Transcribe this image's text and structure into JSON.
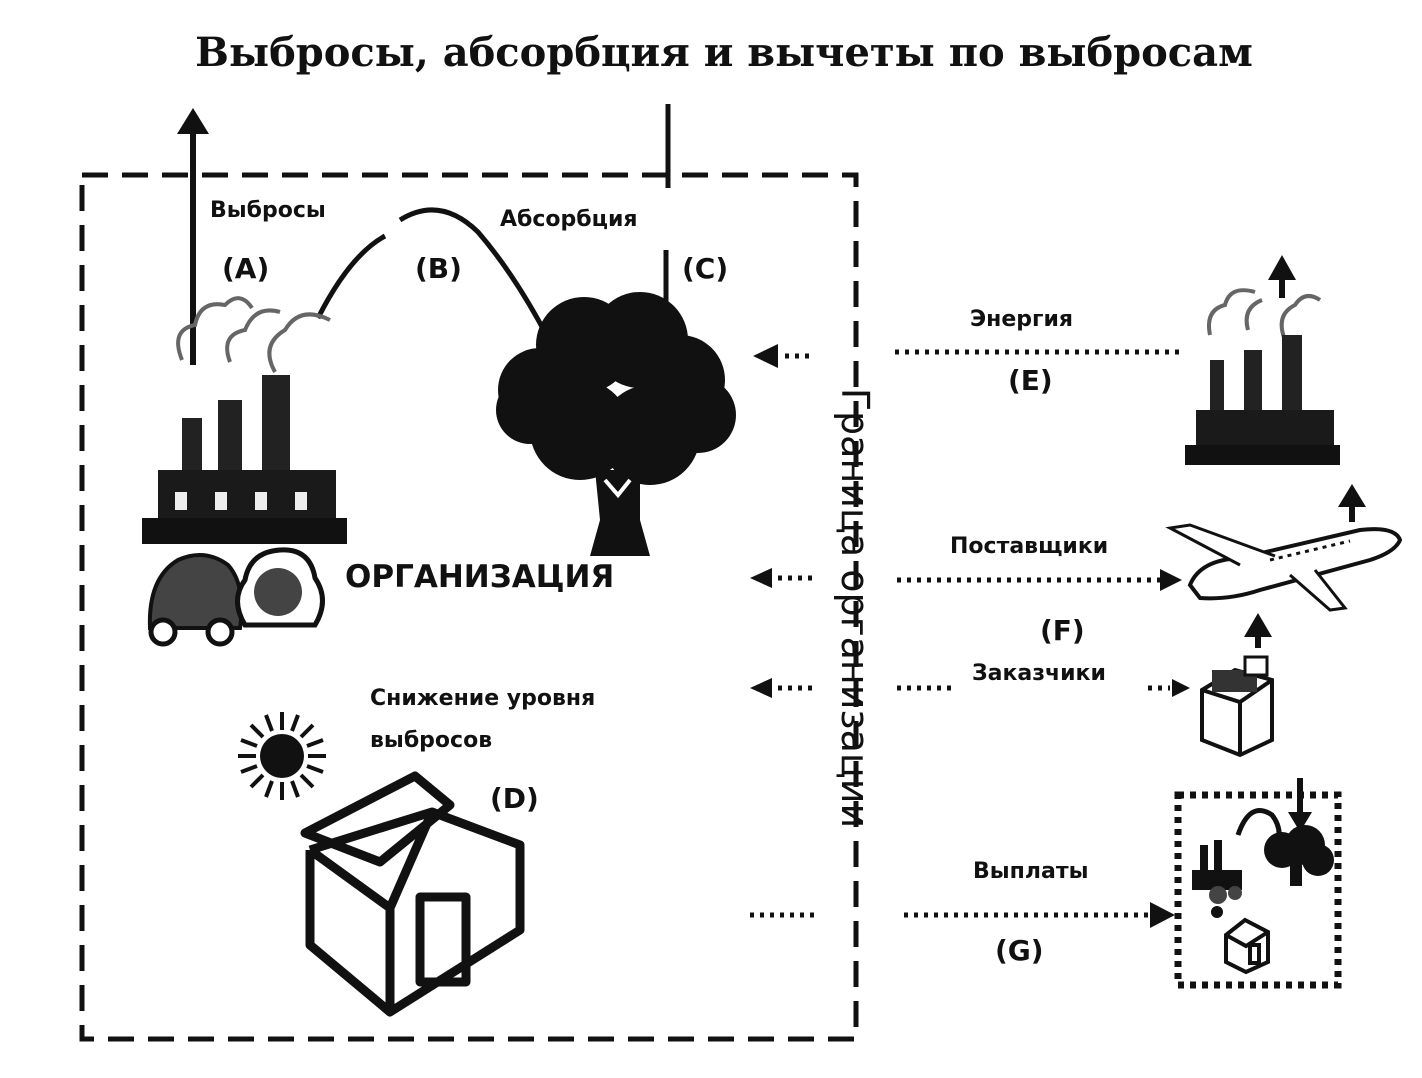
{
  "title": "Выбросы, абсорбция и вычеты по выбросам",
  "labels": {
    "emissions": "Выбросы",
    "absorption": "Абсорбция",
    "organization": "ОРГАНИЗАЦИЯ",
    "reduction_line1": "Снижение уровня",
    "reduction_line2": "выбросов",
    "energy": "Энергия",
    "suppliers": "Поставщики",
    "customers": "Заказчики",
    "payments": "Выплаты",
    "boundary": "Граница организации"
  },
  "markers": {
    "a": "(A)",
    "b": "(B)",
    "c": "(C)",
    "d": "(D)",
    "e": "(E)",
    "f": "(F)",
    "g": "(G)"
  },
  "icons": [
    "factory-icon",
    "tree-icon",
    "car-icon",
    "house-icon",
    "sun-icon",
    "airplane-icon",
    "washing-machine-icon",
    "forest-mini-icon"
  ],
  "colors": {
    "ink": "#111111",
    "background": "#ffffff",
    "gray": "#777777"
  }
}
